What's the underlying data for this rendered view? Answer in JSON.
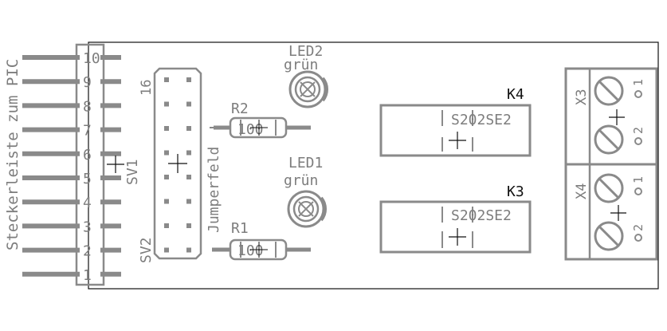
{
  "colors": {
    "background": "#ffffff",
    "outline": "#111111",
    "silkscreen": "#7d7d7d",
    "pads": "#9a9a9a"
  },
  "header": {
    "caption": "Steckerleiste zum PIC",
    "pin_numbers": [
      "10",
      "9",
      "8",
      "7",
      "6",
      "5",
      "4",
      "3",
      "2",
      "1"
    ],
    "name": "SV1"
  },
  "jumper_field": {
    "label": "Jumperfeld",
    "name": "SV2",
    "pin_label": "16"
  },
  "leds": [
    {
      "name": "LED2",
      "value": "grün"
    },
    {
      "name": "LED1",
      "value": "grün"
    }
  ],
  "resistors": [
    {
      "name": "R2",
      "value": "100"
    },
    {
      "name": "R1",
      "value": "100"
    }
  ],
  "relays": [
    {
      "name": "K4",
      "value": "S202SE2"
    },
    {
      "name": "K3",
      "value": "S202SE2"
    }
  ],
  "terminals": [
    {
      "name": "X3",
      "pin1": "1",
      "pin2": "2"
    },
    {
      "name": "X4",
      "pin1": "1",
      "pin2": "2"
    }
  ]
}
